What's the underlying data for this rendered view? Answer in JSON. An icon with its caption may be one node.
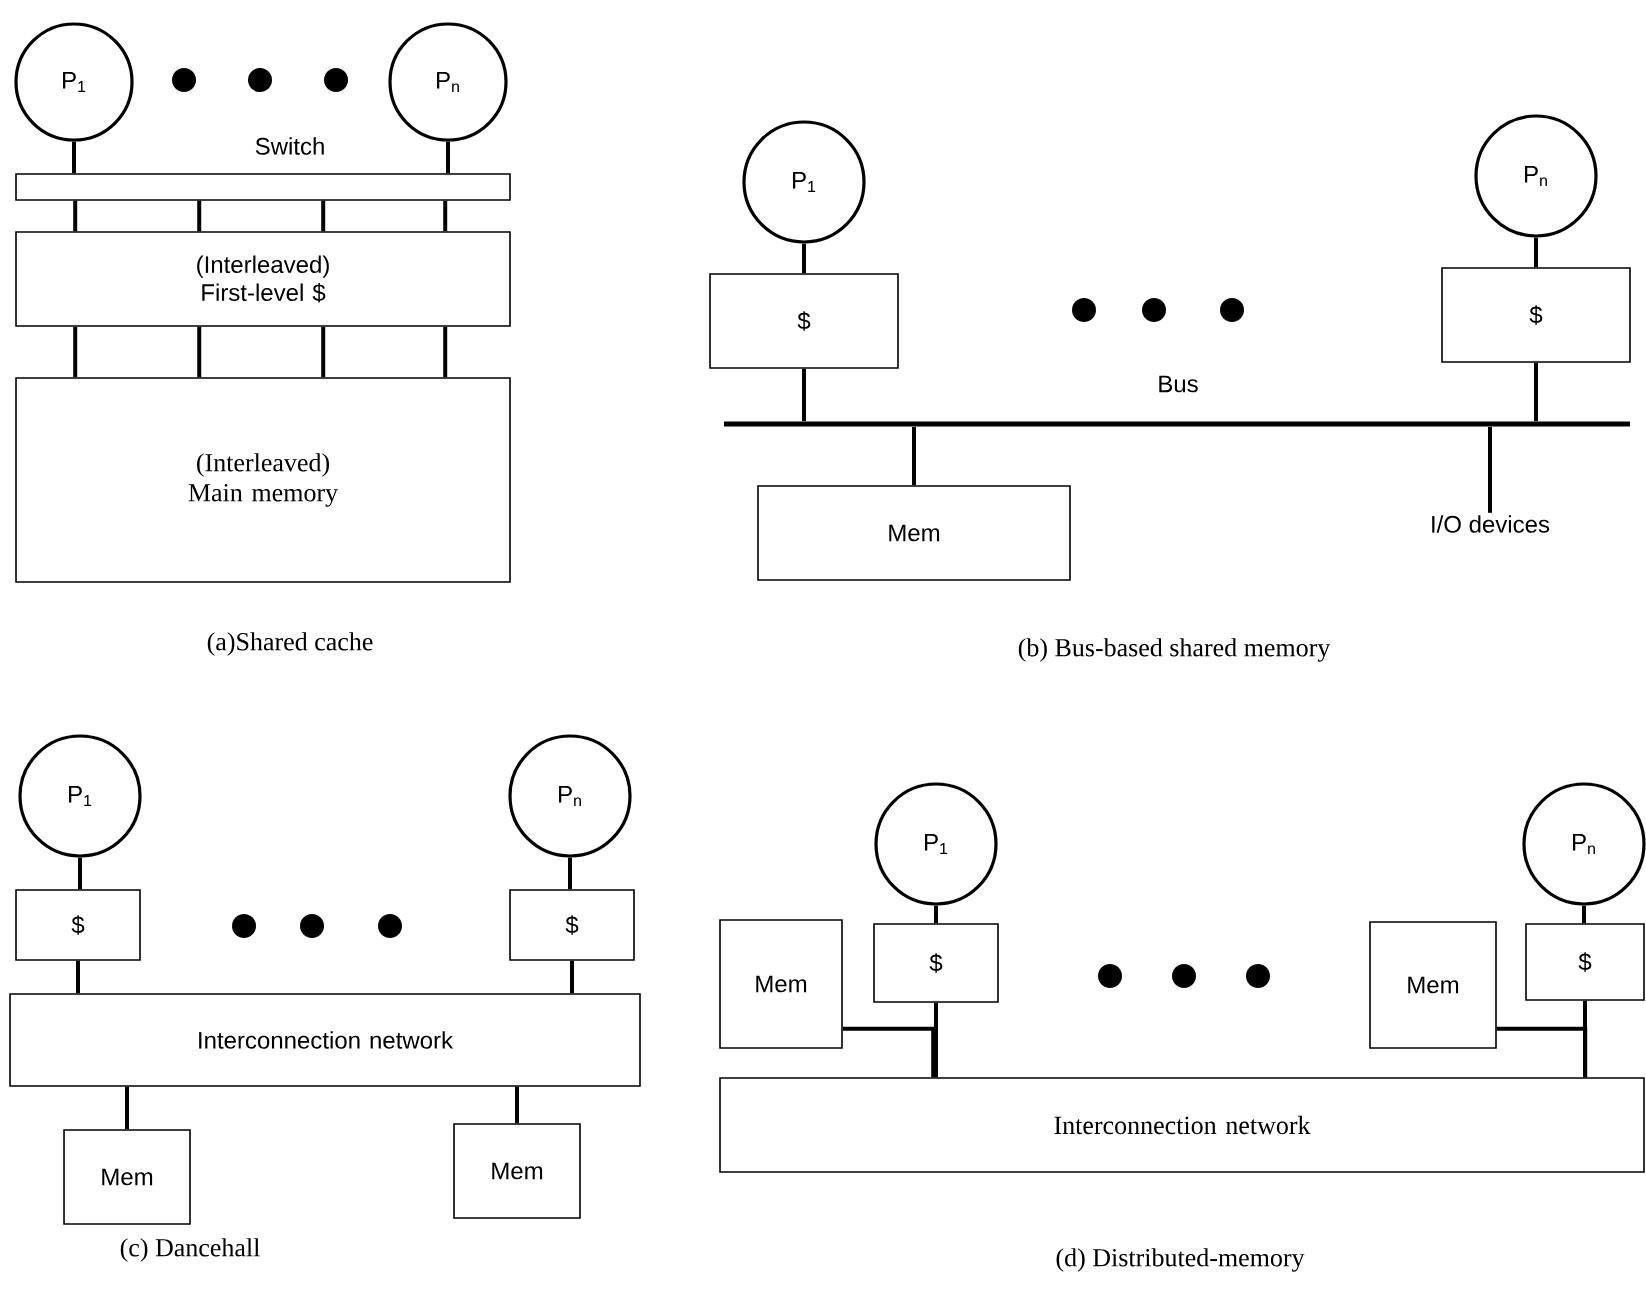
{
  "diagram": {
    "nodes": [
      {
        "text": [
          "P$_{1}$"
        ]
      },
      {
        "text": [
          "P$_{n}$"
        ]
      },
      {
        "text": [
          "Switch"
        ]
      },
      {
        "text": [
          "(Interleaved) First-level $"
        ]
      },
      {
        "text": [
          "(Interleaved) Main memory"
        ]
      },
      {
        "text": [
          "P$_{1}$"
        ]
      },
      {
        "text": [
          "P$_{n}$"
        ]
      },
      {
        "text": [
          "$"
        ]
      },
      {
        "text": [
          "$"
        ]
      },
      {
        "text": [
          "Bus"
        ]
      },
      {
        "text": [
          "Mem"
        ]
      },
      {
        "text": [
          "I/O devices"
        ]
      },
      {
        "text": [
          "P$_{1}$"
        ]
      },
      {
        "text": [
          "P$_{n}$"
        ]
      },
      {
        "text": [
          "$"
        ]
      },
      {
        "text": [
          "$"
        ]
      },
      {
        "text": [
          "Interconnection network"
        ]
      },
      {
        "text": [
          "Mem"
        ]
      },
      {
        "text": [
          "Mem"
        ]
      },
      {
        "text": [
          "P$_{1}$"
        ]
      },
      {
        "text": [
          "P$_{n}$"
        ]
      },
      {
        "text": [
          "Mem"
        ]
      },
      {
        "text": [
          "$"
        ]
      },
      {
        "text": [
          "Mem"
        ]
      },
      {
        "text": [
          "$"
        ]
      },
      {
        "text": [
          "Interconnection network"
        ]
      }
    ],
    "edges": [
      {
        "from": 0,
        "to": 2,
        "arrow": "none"
      },
      {
        "from": 1,
        "to": 2,
        "arrow": "none"
      },
      {
        "from": 2,
        "to": 3,
        "arrow": "none"
      },
      {
        "from": 2,
        "to": 3,
        "arrow": "none"
      },
      {
        "from": 2,
        "to": 3,
        "arrow": "none"
      },
      {
        "from": 2,
        "to": 3,
        "arrow": "none"
      },
      {
        "from": 3,
        "to": 4,
        "arrow": "none"
      },
      {
        "from": 3,
        "to": 4,
        "arrow": "none"
      },
      {
        "from": 3,
        "to": 4,
        "arrow": "none"
      },
      {
        "from": 3,
        "to": 4,
        "arrow": "none"
      },
      {
        "from": 5,
        "to": 7,
        "arrow": "none"
      },
      {
        "from": 6,
        "to": 8,
        "arrow": "none"
      },
      {
        "from": 7,
        "to": 9,
        "arrow": "none"
      },
      {
        "from": 8,
        "to": 9,
        "arrow": "none"
      },
      {
        "from": 9,
        "to": 10,
        "arrow": "none"
      },
      {
        "from": 9,
        "to": 11,
        "arrow": "none"
      },
      {
        "from": 12,
        "to": 14,
        "arrow": "none"
      },
      {
        "from": 13,
        "to": 15,
        "arrow": "none"
      },
      {
        "from": 14,
        "to": 16,
        "arrow": "none"
      },
      {
        "from": 15,
        "to": 16,
        "arrow": "none"
      },
      {
        "from": 16,
        "to": 17,
        "arrow": "none"
      },
      {
        "from": 16,
        "to": 18,
        "arrow": "none"
      },
      {
        "from": 19,
        "to": 22,
        "arrow": "none"
      },
      {
        "from": 20,
        "to": 24,
        "arrow": "none"
      },
      {
        "from": 22,
        "to": 25,
        "arrow": "none"
      },
      {
        "from": 21,
        "to": 25,
        "arrow": "none"
      },
      {
        "from": 24,
        "to": 25,
        "arrow": "none"
      },
      {
        "from": 23,
        "to": 25,
        "arrow": "none"
      }
    ],
    "labels": [
      "(a)Shared cache",
      "(b) Bus-based shared memory",
      "(c) Dancehall",
      "(d) Distributed-memory"
    ]
  }
}
